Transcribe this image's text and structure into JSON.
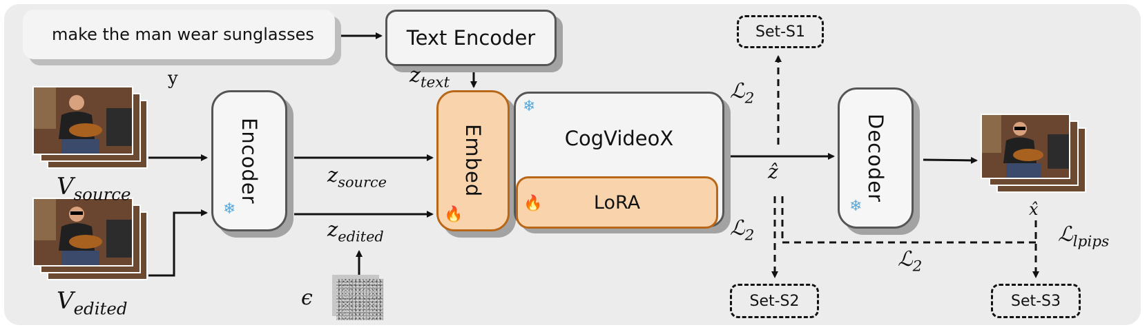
{
  "prompt": {
    "text": "make the man wear sunglasses"
  },
  "blocks": {
    "text_encoder": "Text Encoder",
    "encoder": "Encoder",
    "embed": "Embed",
    "cogvideox": "CogVideoX",
    "lora": "LoRA",
    "decoder": "Decoder"
  },
  "sets": {
    "s1": "Set-S1",
    "s2": "Set-S2",
    "s3": "Set-S3"
  },
  "labels": {
    "y": "y",
    "z_text": {
      "base": "z",
      "sub": "text"
    },
    "z_source": {
      "base": "z",
      "sub": "source"
    },
    "z_edited": {
      "base": "z",
      "sub": "edited"
    },
    "v_source": {
      "base": "V",
      "sub": "source"
    },
    "v_edited": {
      "base": "V",
      "sub": "edited"
    },
    "epsilon": "ϵ",
    "z_hat": "ẑ",
    "x_hat": "x̂",
    "l2_top": {
      "base": "ℒ",
      "sub": "2"
    },
    "l2_mid": {
      "base": "ℒ",
      "sub": "2"
    },
    "l2_bottom": {
      "base": "ℒ",
      "sub": "2"
    },
    "l_lpips": {
      "base": "ℒ",
      "sub": "lpips"
    }
  },
  "icons": {
    "frozen": "snowflake-icon",
    "trainable": "flame-icon"
  },
  "colors": {
    "trainable_fill": "#f8d3ac",
    "trainable_border": "#b86617",
    "frozen_border": "#555555"
  }
}
